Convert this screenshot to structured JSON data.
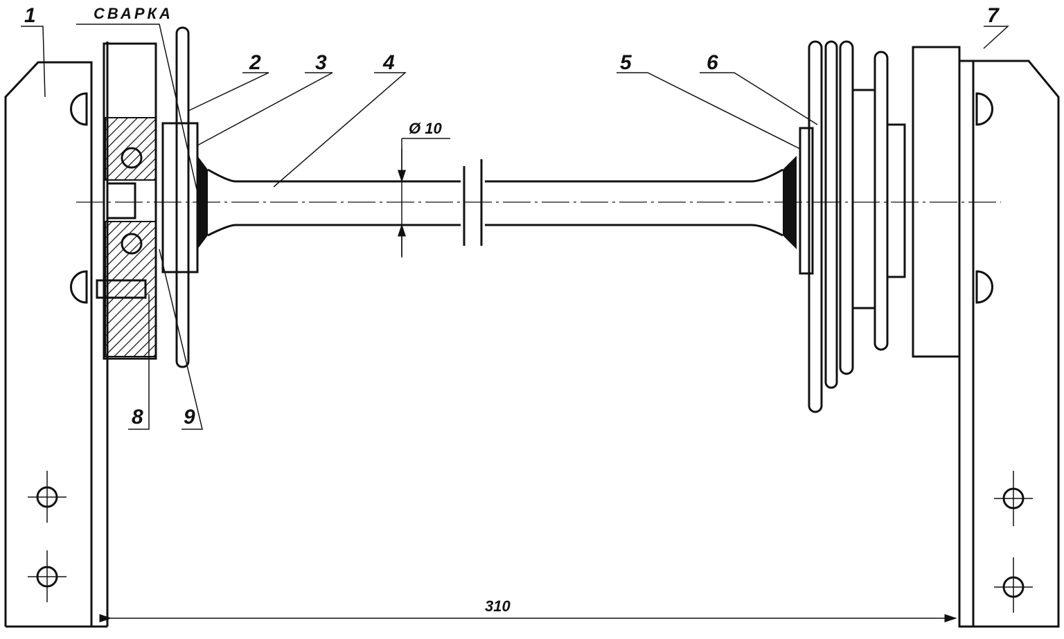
{
  "title": "Shaft assembly drawing",
  "callouts": [
    "1",
    "2",
    "3",
    "4",
    "5",
    "6",
    "7",
    "8",
    "9"
  ],
  "weld_label": "СВАРКА",
  "diameter_label": "Ø 10",
  "length_dimension": "310"
}
